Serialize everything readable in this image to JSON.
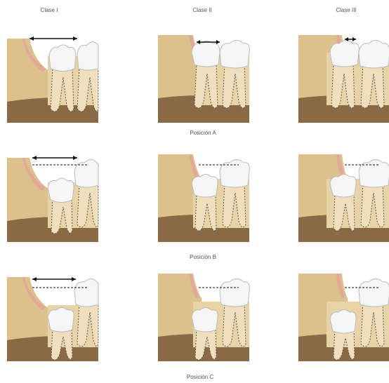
{
  "columns": [
    {
      "label": "Clase I"
    },
    {
      "label": "Clase II"
    },
    {
      "label": "Clase III"
    }
  ],
  "rows": [
    {
      "label": "Posición A"
    },
    {
      "label": "Posición B"
    },
    {
      "label": "Posición C"
    }
  ],
  "colors": {
    "bone": "#dcc18c",
    "bone_dark": "#8a6a45",
    "gum": "#e3a89a",
    "tooth": "#f6f6f6",
    "root": "#f0dfbd",
    "arrow": "#111111"
  }
}
